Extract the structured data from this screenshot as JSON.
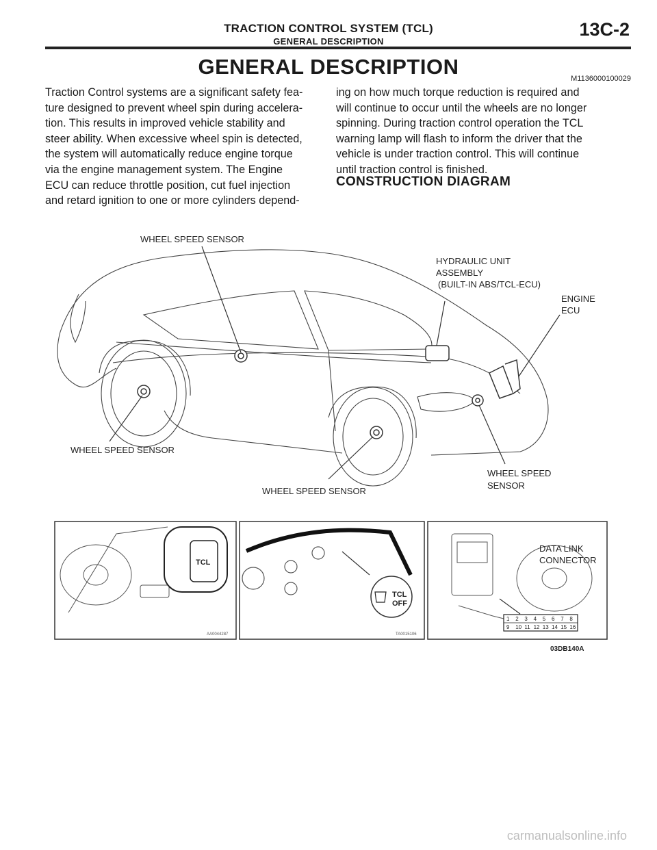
{
  "header": {
    "title": "TRACTION CONTROL SYSTEM (TCL)",
    "subtitle": "GENERAL DESCRIPTION",
    "page_number": "13C-2"
  },
  "section": {
    "title": "GENERAL DESCRIPTION",
    "ref_code": "M1136000100029"
  },
  "body": {
    "left_lines": [
      "Traction Control systems are a significant safety fea-",
      "ture designed to prevent wheel spin during accelera-",
      "tion. This results in improved vehicle stability and",
      "steer ability. When excessive wheel spin is detected,",
      "the system will automatically reduce engine torque",
      "via the engine management system. The Engine",
      "ECU can reduce throttle position, cut fuel injection",
      "and retard ignition to one or more cylinders depend-"
    ],
    "right_lines": [
      "ing on how much torque reduction is required and",
      "will continue to occur until the wheels are no longer",
      "spinning. During traction control operation the TCL",
      "warning lamp will flash to inform the driver that the",
      "vehicle is under traction control. This will continue",
      "until traction control is finished."
    ]
  },
  "construction": {
    "heading": "CONSTRUCTION DIAGRAM",
    "labels": {
      "wss_top": "WHEEL SPEED SENSOR",
      "hyd_1": "HYDRAULIC UNIT",
      "hyd_2": "ASSEMBLY",
      "hyd_3": "(BUILT-IN ABS/TCL-ECU)",
      "eng_1": "ENGINE",
      "eng_2": "ECU",
      "wss_left": "WHEEL SPEED SENSOR",
      "wss_bottom": "WHEEL SPEED SENSOR",
      "wss_right_1": "WHEEL SPEED",
      "wss_right_2": "SENSOR",
      "tcl_switch": "TCL",
      "tcl_off_1": "TCL",
      "tcl_off_2": "OFF",
      "dlc_1": "DATA LINK",
      "dlc_2": "CONNECTOR",
      "code_left": "AA0044287",
      "code_mid": "TA0015106",
      "figure_code": "03DB140A"
    },
    "connector_pins_top": [
      "1",
      "2",
      "3",
      "4",
      "5",
      "6",
      "7",
      "8"
    ],
    "connector_pins_bottom": [
      "9",
      "10",
      "11",
      "12",
      "13",
      "14",
      "15",
      "16"
    ]
  },
  "footer": {
    "watermark": "carmanualsonline.info"
  }
}
